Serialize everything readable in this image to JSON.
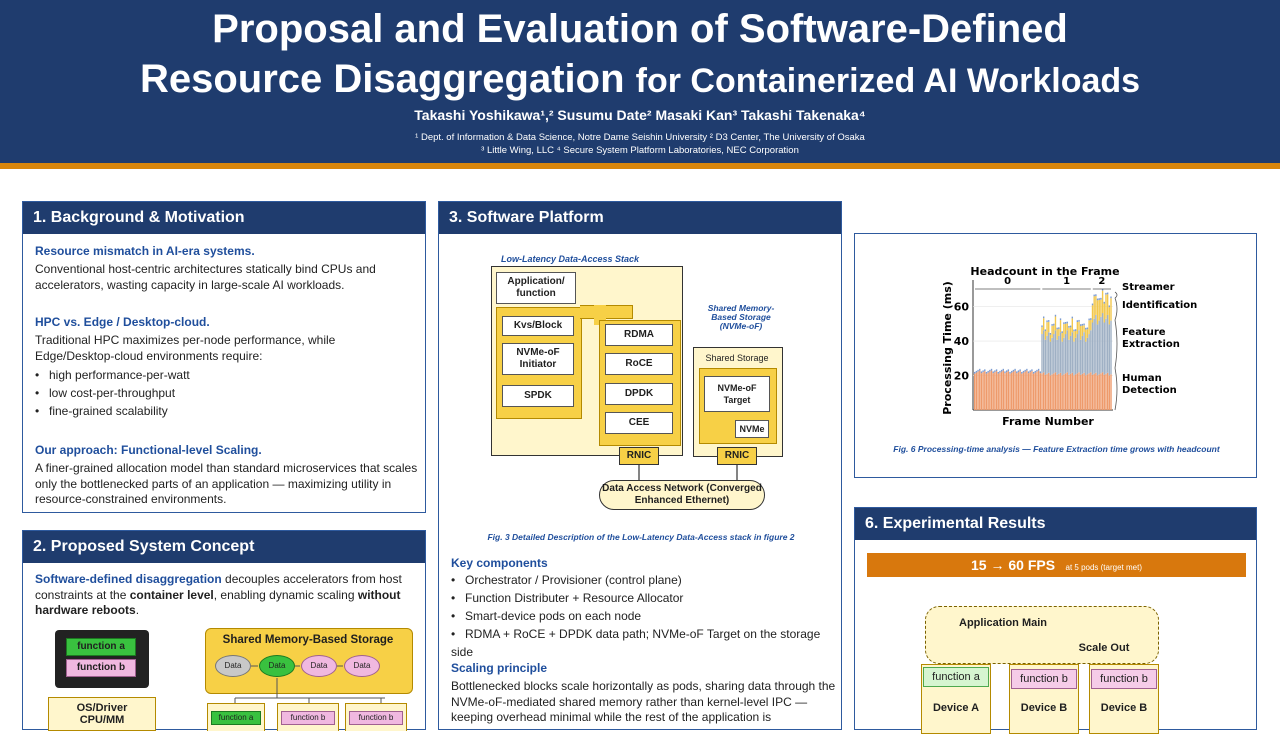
{
  "header": {
    "title_line1": "Proposal and Evaluation of Software-Defined",
    "title_line2a": "Resource Disaggregation",
    "title_line2b": "for Containerized AI Workloads",
    "authors": "Takashi Yoshikawa¹,²    Susumu Date²    Masaki Kan³    Takashi Takenaka⁴",
    "affil_line1": "¹ Dept. of Information & Data Science, Notre Dame Seishin University    ² D3 Center, The University of Osaka",
    "affil_line2": "³ Little Wing, LLC    ⁴ Secure System Platform Laboratories, NEC Corporation"
  },
  "sec1": {
    "title": "1.  Background & Motivation",
    "h1": "Resource mismatch in AI-era systems.",
    "p1": "Conventional host-centric architectures statically bind CPUs and accelerators, wasting capacity in large-scale AI workloads.",
    "h2": "HPC vs. Edge / Desktop-cloud.",
    "p2": "Traditional HPC maximizes per-node performance, while Edge/Desktop-cloud environments require:",
    "bullets": [
      "high performance-per-watt",
      "low cost-per-throughput",
      "fine-grained scalability"
    ],
    "h3": "Our approach: Functional-level Scaling.",
    "p3": "A finer-grained allocation model than standard microservices that scales only the bottlenecked parts of an application — maximizing utility in resource-constrained environments."
  },
  "sec2": {
    "title": "2.  Proposed System Concept",
    "p_a": "Software-defined disaggregation",
    "p_b": " decouples accelerators from host constraints at the ",
    "p_c": "container level",
    "p_d": ", enabling dynamic scaling ",
    "p_e": "without hardware reboots",
    "p_f": ".",
    "fa": "function a",
    "fb": "function b",
    "os": "OS/Driver",
    "cpu": "CPU/MM",
    "smbs": "Shared Memory-Based Storage",
    "data": "Data"
  },
  "sec3": {
    "title": "3.  Software Platform",
    "stack_label": "Low-Latency Data-Access Stack",
    "app": "Application/ function",
    "kvs": "Kvs/Block",
    "nvme_init": "NVMe-oF Initiator",
    "spdk": "SPDK",
    "rdma": "RDMA",
    "roce": "RoCE",
    "dpdk": "DPDK",
    "cee": "CEE",
    "rnic": "RNIC",
    "shared_label": "Shared Memory-Based Storage (NVMe-oF)",
    "shared_storage": "Shared Storage",
    "nvme_target": "NVMe-oF Target",
    "nvme": "NVMe",
    "network": "Data Access Network (Converged Enhanced Ethernet)",
    "fig3": "Fig. 3  Detailed Description of the Low-Latency Data-Access stack in figure 2",
    "kc_title": "Key components",
    "kc": [
      "Orchestrator / Provisioner (control plane)",
      "Function Distributer + Resource Allocator",
      "Smart-device pods on each node",
      "RDMA + RoCE + DPDK data path; NVMe-oF Target on the storage side"
    ],
    "sp_title": "Scaling principle",
    "sp_text": "Bottlenecked blocks scale horizontally as pods, sharing data through the NVMe-oF-mediated shared memory rather than kernel-level IPC — keeping overhead minimal while the rest of the application is"
  },
  "fig6": {
    "caption": "Fig. 6  Processing-time analysis — Feature Extraction time grows with headcount",
    "chart_data": {
      "type": "bar",
      "title": "Headcount in the Frame",
      "xlabel": "Frame Number",
      "ylabel": "Processing Time (ms)",
      "ylim": [
        0,
        72
      ],
      "yticks": [
        20,
        40,
        60
      ],
      "headcount_labels": [
        "0",
        "1",
        "2"
      ],
      "series": [
        {
          "name": "Streamer",
          "color": "#7b9bd1"
        },
        {
          "name": "Identification",
          "color": "#f2c74c"
        },
        {
          "name": "Feature Extraction",
          "color": "#9fb0c4"
        },
        {
          "name": "Human Detection",
          "color": "#ee9a6b"
        }
      ],
      "segments": [
        {
          "frames": 40,
          "human": 22,
          "feature": 0,
          "ident": 0,
          "streamer": 1
        },
        {
          "frames": 30,
          "human": 21,
          "feature": 22,
          "ident": 4,
          "streamer": 1
        },
        {
          "frames": 12,
          "human": 21,
          "feature": 32,
          "ident": 10,
          "streamer": 1
        }
      ]
    }
  },
  "sec6": {
    "title": "6.  Experimental Results",
    "fps": "15 → 60 FPS",
    "fps_note": "at 5 pods (target met)",
    "app_main": "Application Main",
    "scale_out": "Scale Out",
    "fa": "function a",
    "fb": "function b",
    "dev_a": "Device A",
    "dev_b": "Device B"
  }
}
